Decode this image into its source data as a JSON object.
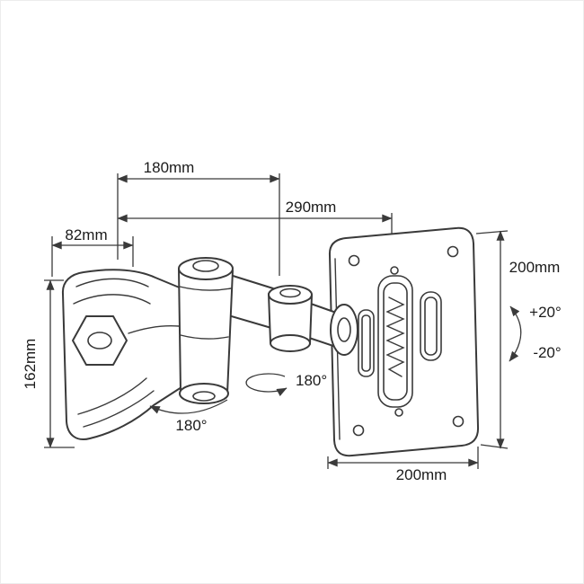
{
  "diagram": {
    "subject": "articulating-tv-wall-mount-dimension-drawing",
    "line_color": "#3a3a3a",
    "background": "#ffffff",
    "dimensions": {
      "arm_reach": "180mm",
      "total_reach": "290mm",
      "base_width": "82mm",
      "base_height": "162mm",
      "plate_height": "200mm",
      "plate_width": "200mm"
    },
    "angles": {
      "tilt_up": "+20°",
      "tilt_down": "-20°",
      "swivel_mid": "180°",
      "swivel_base": "180°"
    }
  }
}
